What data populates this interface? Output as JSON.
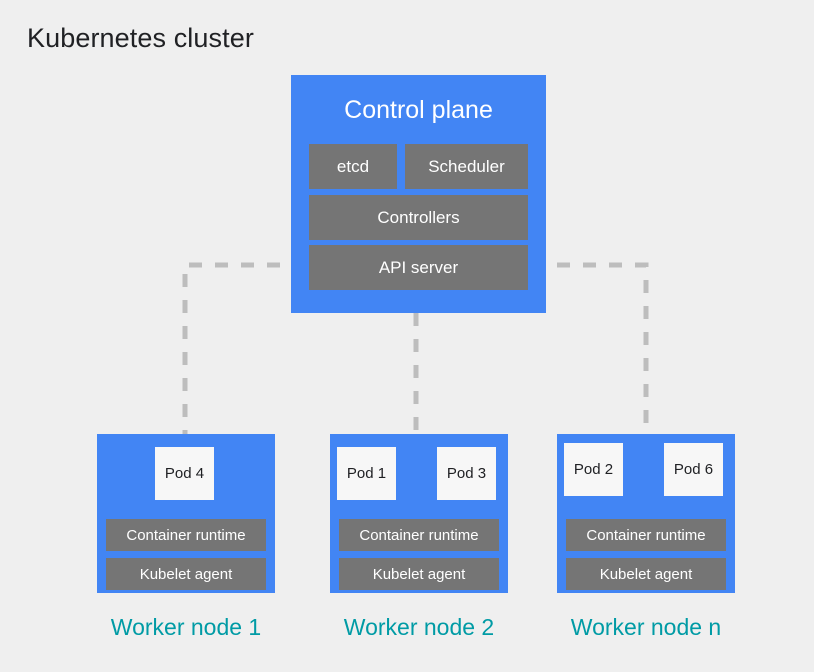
{
  "page": {
    "title": "Kubernetes cluster",
    "background_color": "#efefef",
    "title_color": "#202124"
  },
  "colors": {
    "node_blue": "#4285f4",
    "component_gray": "#757575",
    "pod_white": "#f7f7f7",
    "label_teal": "#009ba5",
    "connector_gray": "#bdbdbd"
  },
  "control_plane": {
    "title": "Control plane",
    "components": [
      {
        "label": "etcd"
      },
      {
        "label": "Scheduler"
      },
      {
        "label": "Controllers"
      },
      {
        "label": "API server"
      }
    ]
  },
  "workers": [
    {
      "label": "Worker node 1",
      "pods": [
        {
          "label": "Pod 4"
        }
      ],
      "runtime": "Container runtime",
      "kubelet": "Kubelet agent"
    },
    {
      "label": "Worker node 2",
      "pods": [
        {
          "label": "Pod 1"
        },
        {
          "label": "Pod 3"
        }
      ],
      "runtime": "Container runtime",
      "kubelet": "Kubelet agent"
    },
    {
      "label": "Worker node n",
      "pods": [
        {
          "label": "Pod 2"
        },
        {
          "label": "Pod 6"
        }
      ],
      "runtime": "Container runtime",
      "kubelet": "Kubelet agent"
    }
  ],
  "connectors": {
    "style": "dashed",
    "color": "#bdbdbd",
    "links": [
      {
        "from": "API server",
        "to": "Worker node 1"
      },
      {
        "from": "API server",
        "to": "Worker node 2"
      },
      {
        "from": "API server",
        "to": "Worker node n"
      }
    ]
  }
}
